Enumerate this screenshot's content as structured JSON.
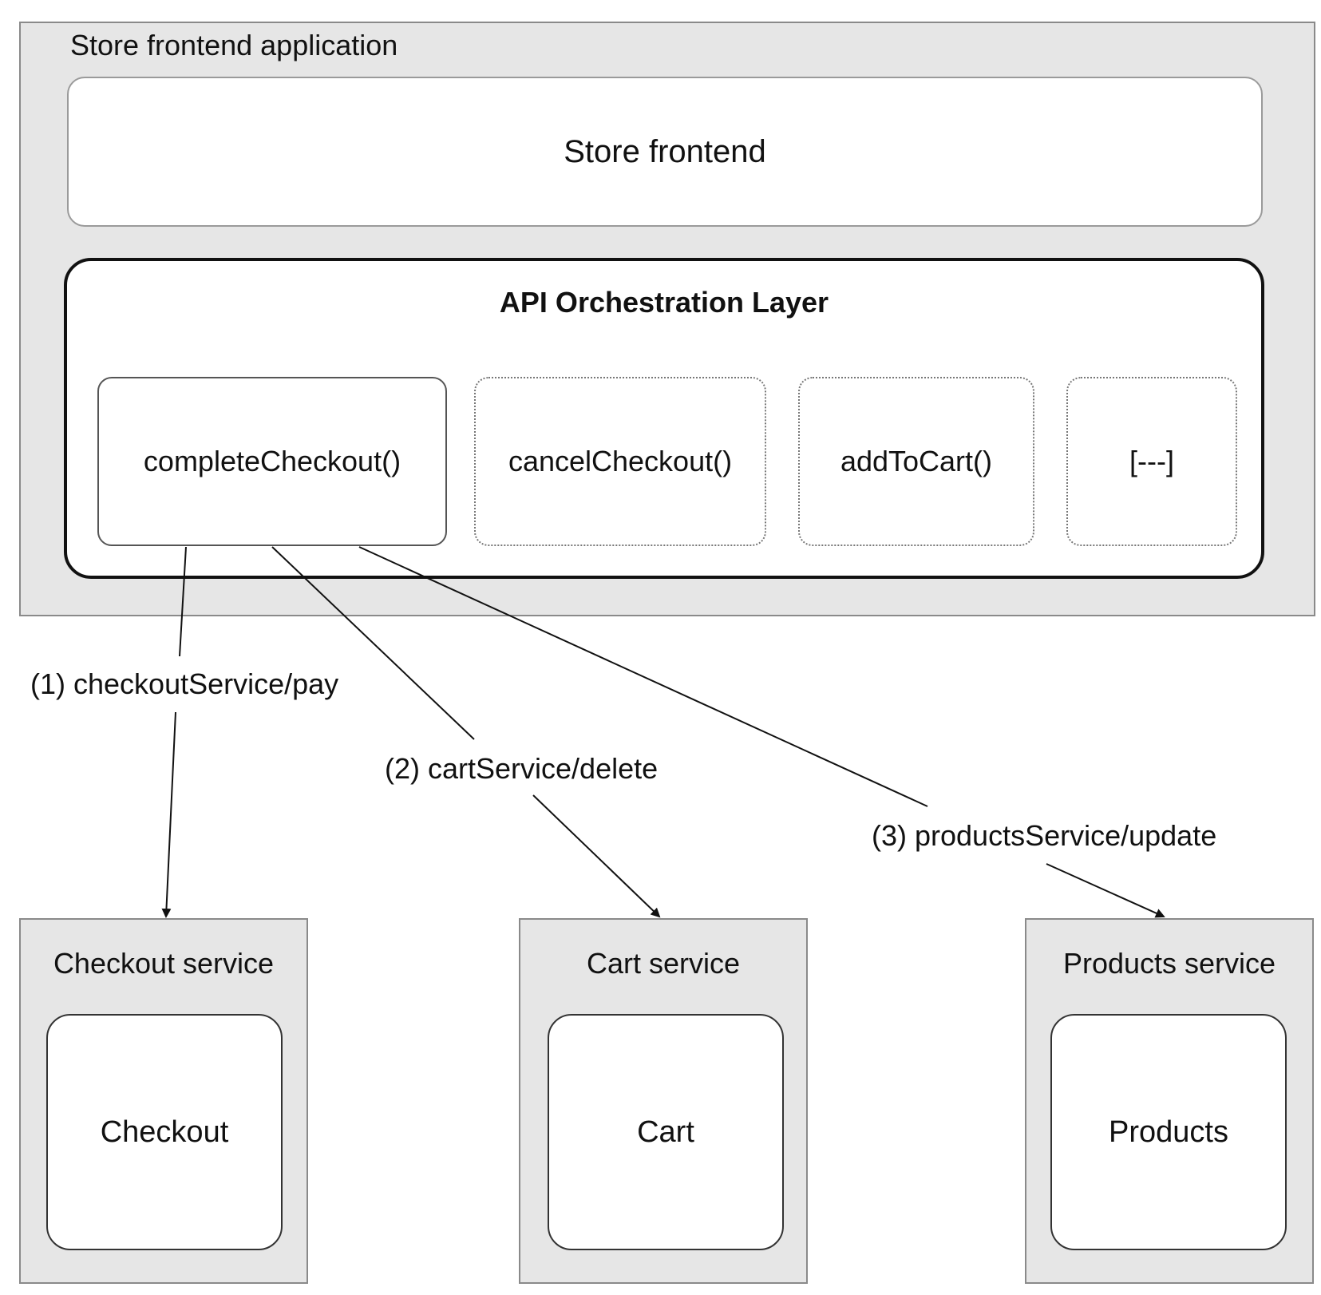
{
  "app": {
    "title": "Store frontend application",
    "frontend_label": "Store frontend"
  },
  "api_layer": {
    "title": "API Orchestration Layer",
    "functions": [
      {
        "label": "completeCheckout()",
        "style": "solid"
      },
      {
        "label": "cancelCheckout()",
        "style": "dotted"
      },
      {
        "label": "addToCart()",
        "style": "dotted"
      },
      {
        "label": "[---]",
        "style": "dotted"
      }
    ]
  },
  "calls": [
    {
      "label": "(1) checkoutService/pay",
      "target": "Checkout service"
    },
    {
      "label": "(2) cartService/delete",
      "target": "Cart service"
    },
    {
      "label": "(3) productsService/update",
      "target": "Products service"
    }
  ],
  "services": [
    {
      "title": "Checkout service",
      "inner": "Checkout"
    },
    {
      "title": "Cart service",
      "inner": "Cart"
    },
    {
      "title": "Products service",
      "inner": "Products"
    }
  ],
  "colors": {
    "container_fill": "#e6e6e6",
    "container_border": "#8a8a8a",
    "box_fill": "#ffffff",
    "line": "#111111"
  }
}
